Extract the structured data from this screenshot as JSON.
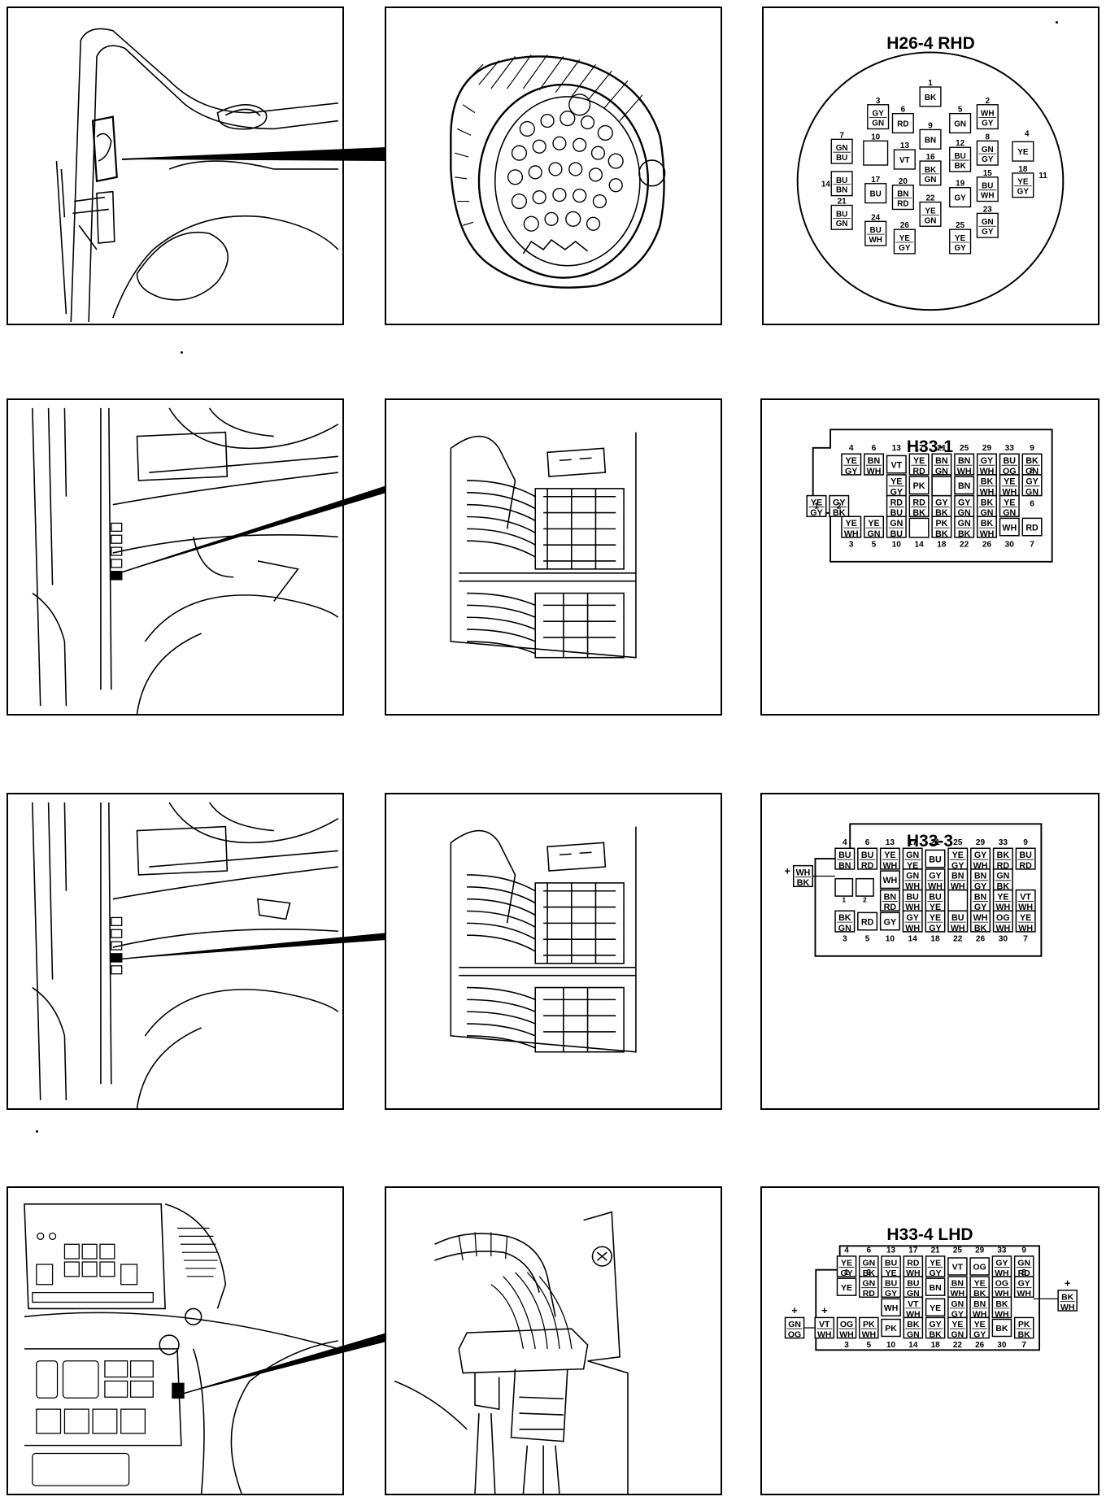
{
  "diagrams": [
    {
      "title": "H26-4 RHD",
      "pins": [
        {
          "n": "1",
          "code": [
            "BK"
          ]
        },
        {
          "n": "2",
          "code": [
            "WH",
            "GY"
          ]
        },
        {
          "n": "3",
          "code": [
            "GY",
            "GN"
          ]
        },
        {
          "n": "4",
          "code": [
            "YE"
          ]
        },
        {
          "n": "5",
          "code": [
            "GN"
          ]
        },
        {
          "n": "6",
          "code": [
            "RD"
          ]
        },
        {
          "n": "7",
          "code": [
            "GN",
            "BU"
          ]
        },
        {
          "n": "8",
          "code": [
            "GN",
            "GY"
          ]
        },
        {
          "n": "9",
          "code": [
            "BN"
          ]
        },
        {
          "n": "10",
          "code": []
        },
        {
          "n": "11",
          "code": []
        },
        {
          "n": "12",
          "code": [
            "BU",
            "BK"
          ]
        },
        {
          "n": "13",
          "code": [
            "VT"
          ]
        },
        {
          "n": "14",
          "code": [
            "BU",
            "BN"
          ]
        },
        {
          "n": "15",
          "code": [
            "BU",
            "WH"
          ]
        },
        {
          "n": "16",
          "code": [
            "BK",
            "GN"
          ]
        },
        {
          "n": "17",
          "code": [
            "BU"
          ]
        },
        {
          "n": "18",
          "code": [
            "YE",
            "GY"
          ]
        },
        {
          "n": "19",
          "code": [
            "GY"
          ]
        },
        {
          "n": "20",
          "code": [
            "BN",
            "RD"
          ]
        },
        {
          "n": "21",
          "code": [
            "BU",
            "GN"
          ]
        },
        {
          "n": "22",
          "code": [
            "YE",
            "GN"
          ]
        },
        {
          "n": "23",
          "code": [
            "GN",
            "GY"
          ]
        },
        {
          "n": "24",
          "code": [
            "BU",
            "WH"
          ]
        },
        {
          "n": "25",
          "code": [
            "YE",
            "GY"
          ]
        },
        {
          "n": "26",
          "code": [
            "YE",
            "GY"
          ]
        }
      ]
    },
    {
      "title": "H33-1",
      "top_numbers": [
        "4",
        "6",
        "13",
        "17",
        "21",
        "25",
        "29",
        "33",
        "9"
      ],
      "side_numbers": [
        "1",
        "2",
        "8",
        "6"
      ],
      "bottom_numbers": [
        "3",
        "5",
        "10",
        "14",
        "18",
        "22",
        "26",
        "30",
        "7"
      ],
      "rows": [
        [
          [
            "YE",
            "GY"
          ],
          [
            "BN",
            "WH"
          ],
          [
            "VT"
          ],
          [
            "YE",
            "RD"
          ],
          [
            "BN",
            "GN"
          ],
          [
            "BN",
            "WH"
          ],
          [
            "GY",
            "WH"
          ],
          [
            "BU",
            "OG"
          ],
          [
            "BK",
            "GN"
          ]
        ],
        [
          [],
          [],
          [
            "YE",
            "GY"
          ],
          [
            "PK"
          ],
          [],
          [
            "BN"
          ],
          [
            "BK",
            "WH"
          ],
          [
            "YE",
            "WH"
          ],
          [
            "GY",
            "GN"
          ]
        ],
        [
          [
            "YE",
            "GY"
          ],
          [
            "GY",
            "BK"
          ],
          [
            "RD",
            "BU"
          ],
          [
            "RD",
            "BK"
          ],
          [
            "GY",
            "BK"
          ],
          [
            "GY",
            "GN"
          ],
          [
            "BK",
            "GN"
          ],
          [
            "YE",
            "GN"
          ],
          []
        ],
        [
          [
            "YE",
            "WH"
          ],
          [
            "YE",
            "GN"
          ],
          [
            "GN",
            "BU"
          ],
          [],
          [
            "PK",
            "BK"
          ],
          [
            "GN",
            "BK"
          ],
          [
            "BK",
            "WH"
          ],
          [
            "WH"
          ],
          [
            "RD"
          ]
        ]
      ]
    },
    {
      "title": "H33-3",
      "plus": "+",
      "side_code": [
        "WH",
        "BK"
      ],
      "top_numbers": [
        "4",
        "6",
        "13",
        "17",
        "21",
        "25",
        "29",
        "33",
        "9"
      ],
      "side_numbers": [
        "1",
        "2"
      ],
      "bottom_numbers": [
        "3",
        "5",
        "10",
        "14",
        "18",
        "22",
        "26",
        "30",
        "7"
      ],
      "rows": [
        [
          [
            "BU",
            "BN"
          ],
          [
            "BU",
            "RD"
          ],
          [
            "YE",
            "WH"
          ],
          [
            "GN",
            "YE"
          ],
          [
            "BU"
          ],
          [
            "YE",
            "GY"
          ],
          [
            "GY",
            "WH"
          ],
          [
            "BK",
            "RD"
          ],
          [
            "BU",
            "RD"
          ]
        ],
        [
          [],
          [],
          [
            "WH"
          ],
          [
            "GN",
            "WH"
          ],
          [
            "GY",
            "WH"
          ],
          [
            "BN",
            "WH"
          ],
          [
            "BN",
            "GY"
          ],
          [
            "GN",
            "BK"
          ],
          []
        ],
        [
          [],
          [],
          [
            "BN",
            "RD"
          ],
          [
            "BU",
            "WH"
          ],
          [
            "BU",
            "YE"
          ],
          [],
          [
            "BN",
            "GY"
          ],
          [
            "YE",
            "WH"
          ],
          [
            "VT",
            "WH"
          ]
        ],
        [
          [
            "BK",
            "GN"
          ],
          [
            "RD"
          ],
          [
            "GY"
          ],
          [
            "GY",
            "WH"
          ],
          [
            "YE",
            "GY"
          ],
          [
            "BU",
            "WH"
          ],
          [
            "WH",
            "BK"
          ],
          [
            "OG",
            "WH"
          ],
          [
            "YE",
            "WH"
          ]
        ]
      ]
    },
    {
      "title": "H33-4  LHD",
      "plus": "+",
      "left_code": [
        "GN",
        "OG"
      ],
      "right_code": [
        "BK",
        "WH"
      ],
      "top_numbers": [
        "4",
        "6",
        "13",
        "17",
        "21",
        "25",
        "29",
        "33",
        "9"
      ],
      "side_numbers": [
        "1",
        "2",
        "8"
      ],
      "bottom_numbers": [
        "3",
        "5",
        "10",
        "14",
        "18",
        "22",
        "26",
        "30",
        "7"
      ],
      "rows": [
        [
          [
            "YE",
            "GY"
          ],
          [
            "GN",
            "BK"
          ],
          [
            "BU",
            "YE"
          ],
          [
            "RD",
            "WH"
          ],
          [
            "YE",
            "GY"
          ],
          [
            "VT"
          ],
          [
            "OG"
          ],
          [
            "GY",
            "WH"
          ],
          [
            "GN",
            "RD"
          ]
        ],
        [
          [
            "YE"
          ],
          [
            "GN",
            "RD"
          ],
          [
            "BU",
            "GY"
          ],
          [
            "BU",
            "GN"
          ],
          [
            "BN"
          ],
          [
            "BN",
            "WH"
          ],
          [
            "YE",
            "BK"
          ],
          [
            "OG",
            "WH"
          ],
          [
            "GY",
            "WH"
          ]
        ],
        [
          [],
          [],
          [
            "WH"
          ],
          [
            "VT",
            "WH"
          ],
          [
            "YE"
          ],
          [
            "GN",
            "GY"
          ],
          [
            "BN",
            "WH"
          ],
          [
            "BK",
            "WH"
          ],
          []
        ],
        [
          [
            "VT",
            "WH"
          ],
          [
            "OG",
            "WH"
          ],
          [
            "PK",
            "WH"
          ],
          [
            "PK"
          ],
          [
            "BK",
            "GN"
          ],
          [
            "GY",
            "BK"
          ],
          [
            "YE",
            "GN"
          ],
          [
            "YE",
            "GY"
          ],
          [
            "BK"
          ],
          [
            "PK",
            "BK"
          ]
        ]
      ]
    }
  ]
}
